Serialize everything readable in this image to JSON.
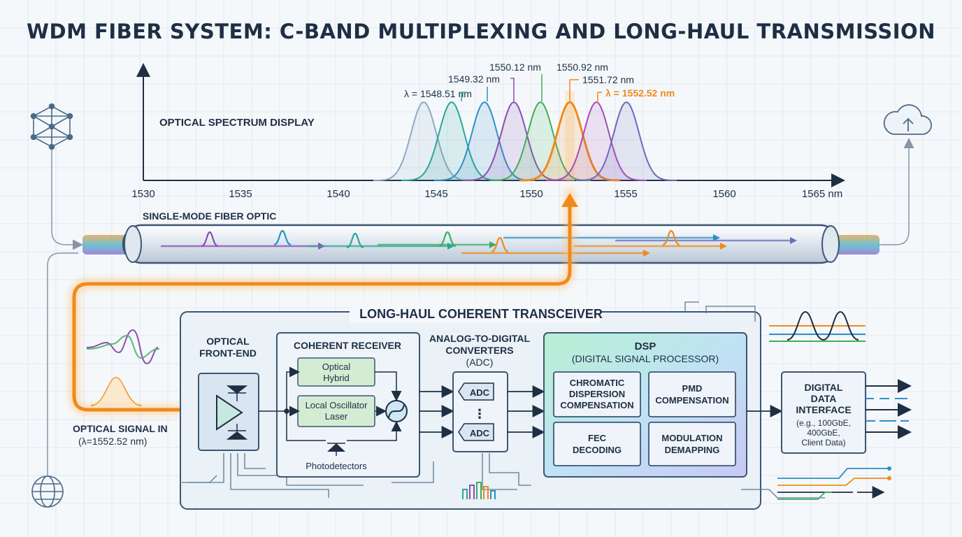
{
  "title": "WDM FIBER SYSTEM: C-BAND MULTIPLEXING AND LONG-HAUL TRANSMISSION",
  "spectrum": {
    "label": "OPTICAL SPECTRUM DISPLAY",
    "axis_ticks": [
      "1530",
      "1535",
      "1540",
      "1545",
      "1550",
      "1555",
      "1560",
      "1565 nm"
    ],
    "wavelength_labels": [
      "λ = 1548.51 nm",
      "1549.32 nm",
      "1550.12 nm",
      "1550.92 nm",
      "1551.72 nm",
      "λ = 1552.52 nm"
    ],
    "peak_colors": [
      "#8fa9c4",
      "#2aa69a",
      "#2f8fc4",
      "#8a4fb0",
      "#3fae5e",
      "#f08a1c",
      "#a64bb8",
      "#6d6ab8"
    ]
  },
  "fiber": {
    "label": "SINGLE-MODE FIBER OPTIC"
  },
  "input": {
    "label": "OPTICAL SIGNAL IN",
    "wavelength": "(λ=1552.52 nm)"
  },
  "transceiver": {
    "title": "LONG-HAUL COHERENT TRANSCEIVER",
    "front_end": {
      "label_1": "OPTICAL",
      "label_2": "FRONT-END"
    },
    "receiver": {
      "title": "COHERENT RECEIVER",
      "hybrid_1": "Optical",
      "hybrid_2": "Hybrid",
      "lo_1": "Local Oscillator",
      "lo_2": "Laser",
      "photodetectors": "Photodetectors"
    },
    "adc": {
      "title_1": "ANALOG-TO-DIGITAL",
      "title_2": "CONVERTERS",
      "title_3": "(ADC)",
      "unit": "ADC",
      "ellipsis": "⋮"
    },
    "dsp": {
      "title": "DSP",
      "subtitle": "(DIGITAL SIGNAL PROCESSOR)",
      "cd_1": "CHROMATIC",
      "cd_2": "DISPERSION",
      "cd_3": "COMPENSATION",
      "pmd_1": "PMD",
      "pmd_2": "COMPENSATION",
      "fec_1": "FEC",
      "fec_2": "DECODING",
      "mod_1": "MODULATION",
      "mod_2": "DEMAPPING"
    }
  },
  "interface": {
    "line_1": "DIGITAL",
    "line_2": "DATA",
    "line_3": "INTERFACE",
    "line_4": "(e.g., 100GbE,",
    "line_5": "400GbE,",
    "line_6": "Client Data)"
  },
  "colors": {
    "accent": "#f08a1c",
    "navy": "#1e2f44",
    "panel": "#e9f0f6"
  },
  "icons": [
    "network-mesh-icon",
    "cloud-upload-icon",
    "globe-icon"
  ]
}
